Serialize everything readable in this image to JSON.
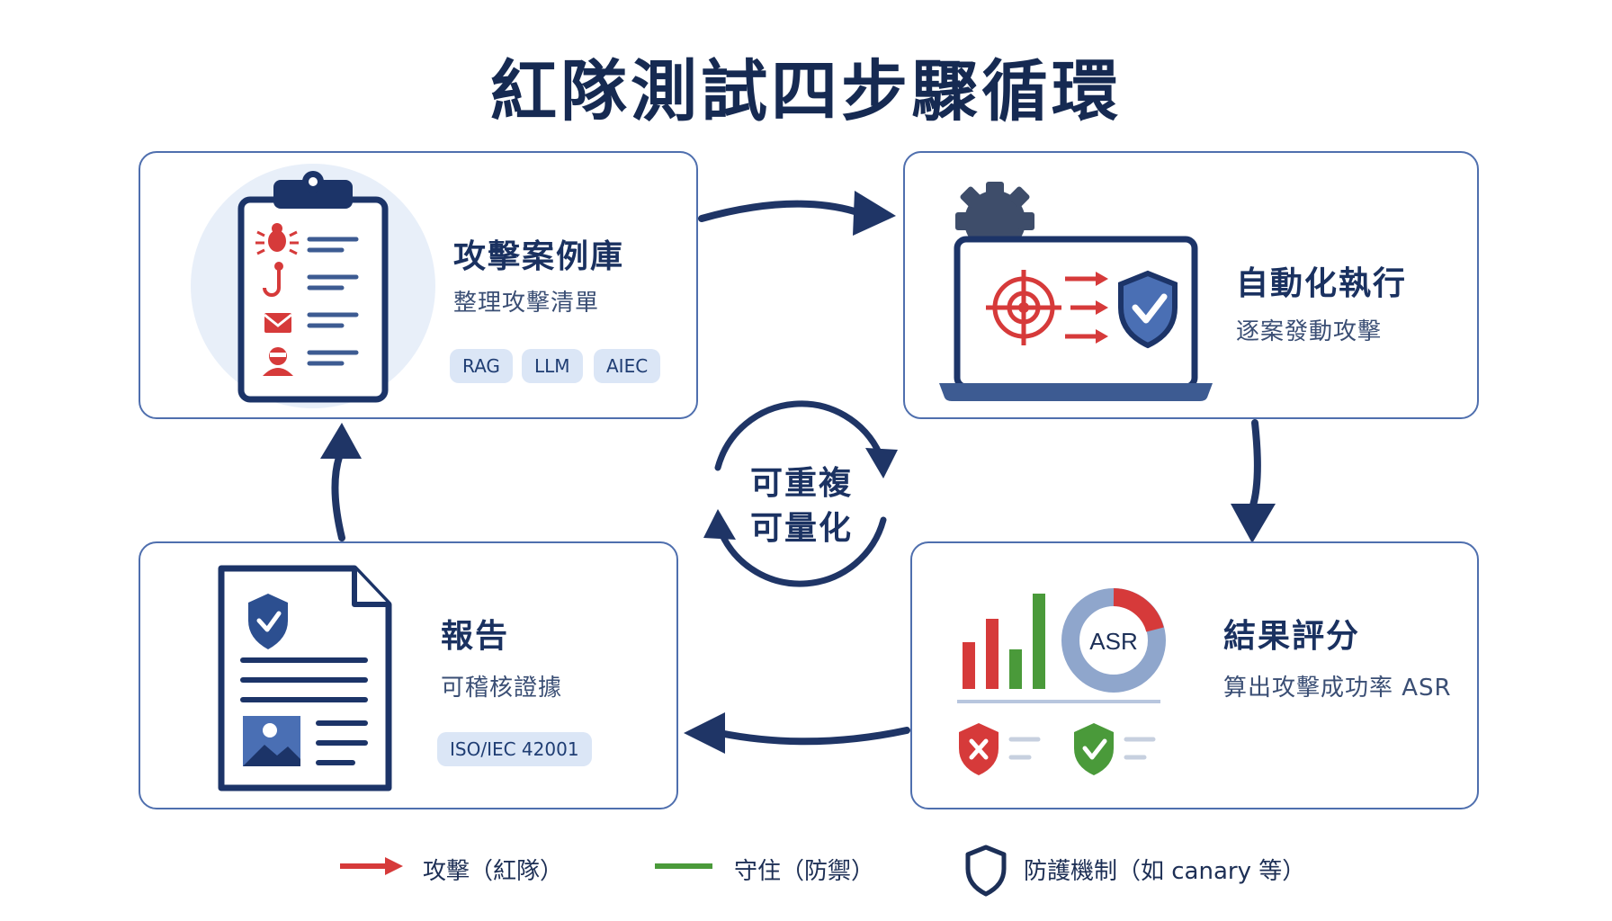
{
  "title": "紅隊測試四步驟循環",
  "center": {
    "line1": "可重複",
    "line2": "可量化"
  },
  "steps": [
    {
      "title": "攻擊案例庫",
      "subtitle": "整理攻擊清單",
      "tags": [
        "RAG",
        "LLM",
        "AIEC"
      ]
    },
    {
      "title": "自動化執行",
      "subtitle": "逐案發動攻擊"
    },
    {
      "title": "結果評分",
      "subtitle": "算出攻擊成功率 ASR",
      "gauge_label": "ASR"
    },
    {
      "title": "報告",
      "subtitle": "可稽核證據",
      "tags": [
        "ISO/IEC 42001"
      ]
    }
  ],
  "legend": [
    {
      "label": "攻擊（紅隊）",
      "color": "#d63a3a"
    },
    {
      "label": "守住（防禦）",
      "color": "#4a9a3a"
    },
    {
      "label": "防護機制（如 canary 等）",
      "color": "#1c2f57"
    }
  ],
  "colors": {
    "navy": "#1c2f57",
    "accent_blue": "#4f6fae",
    "red": "#d63a3a",
    "green": "#4a9a3a"
  },
  "icons": [
    "clipboard-icon",
    "bug-icon",
    "hook-icon",
    "mail-icon",
    "hacker-icon",
    "laptop-icon",
    "gear-icon",
    "target-icon",
    "shield-check-icon",
    "bar-chart-icon",
    "donut-gauge-icon",
    "document-icon",
    "image-icon",
    "shield-outline-icon"
  ]
}
